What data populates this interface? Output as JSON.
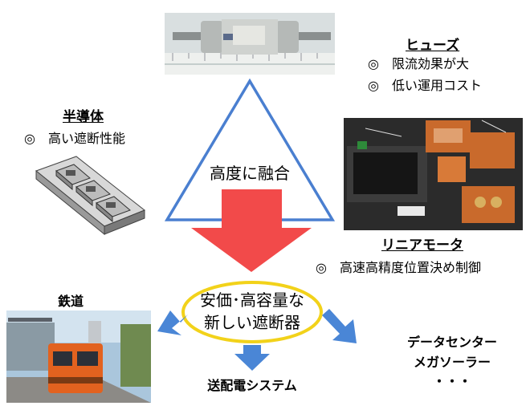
{
  "center": {
    "fusion_label": "高度に融合",
    "new_breaker_line1": "安価･高容量な",
    "new_breaker_line2": "新しい遮断器"
  },
  "fuse": {
    "title": "ヒューズ",
    "bullets": [
      "◎　限流効果が大",
      "◎　低い運用コスト"
    ]
  },
  "semiconductor": {
    "title": "半導体",
    "bullets": [
      "◎　高い遮断性能"
    ]
  },
  "linear_motor": {
    "title": "リニアモータ",
    "bullets": [
      "◎　高速高精度位置決め制御"
    ]
  },
  "destinations": {
    "railway": "鉄道",
    "transmission": "送配電システム",
    "datacenter_line1": "データセンター",
    "datacenter_line2": "メガソーラー",
    "datacenter_line3": "・・・"
  },
  "colors": {
    "triangle_stroke": "#4a7fd0",
    "big_arrow": "#f24a4a",
    "ellipse_stroke": "#f2d21a",
    "small_arrows": "#4a86d6"
  }
}
